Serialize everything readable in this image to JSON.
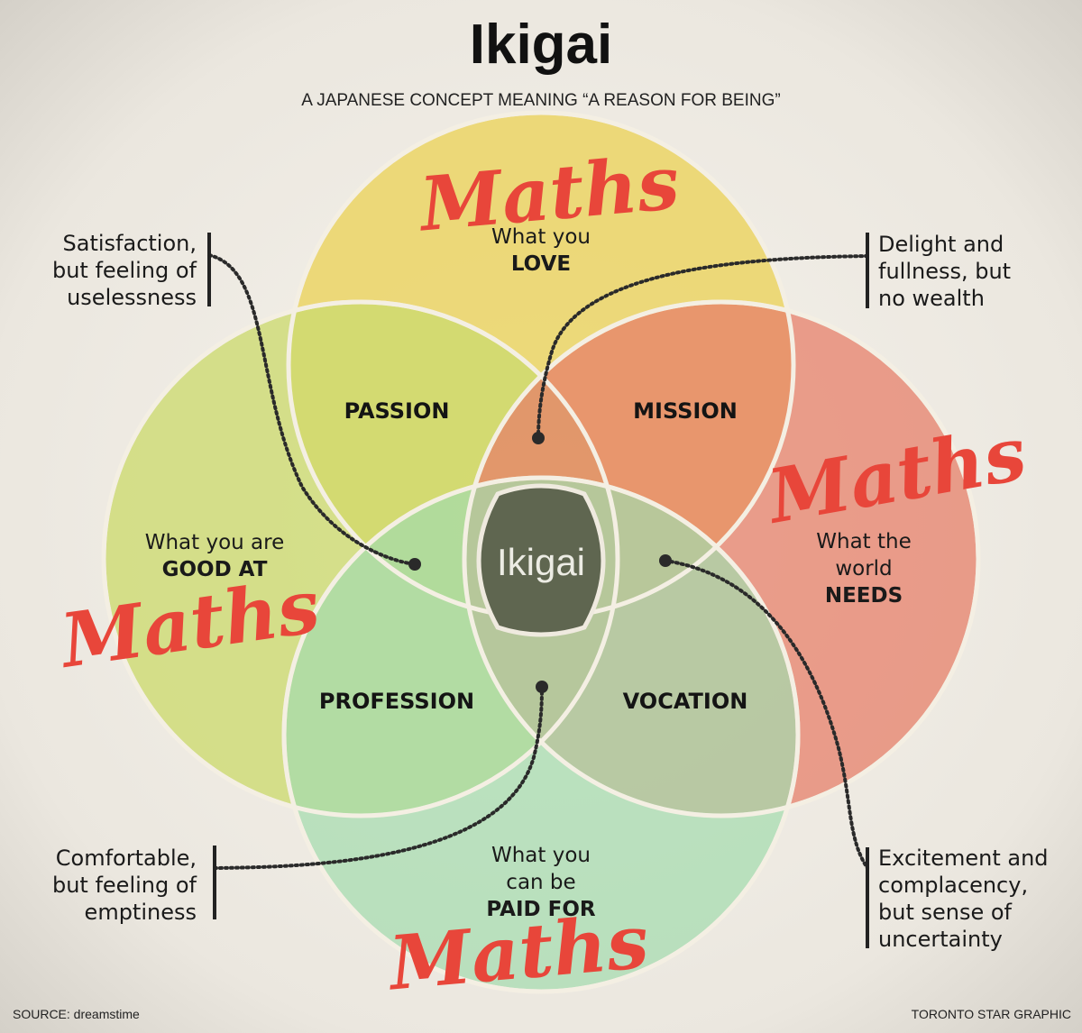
{
  "title": "Ikigai",
  "subtitle": "A JAPANESE CONCEPT MEANING “A REASON FOR BEING”",
  "center_label": "Ikigai",
  "handwritten_word": "Maths",
  "circles": {
    "love": {
      "line1": "What you",
      "line2": "LOVE",
      "color": "#ecd66a"
    },
    "good": {
      "line1": "What you are",
      "line2": "GOOD AT",
      "color": "#cddb70"
    },
    "needs": {
      "line1": "What the",
      "line2": "world",
      "line3": "NEEDS",
      "color": "#e7806a"
    },
    "paid": {
      "line1": "What you",
      "line2": "can be",
      "line3": "PAID FOR",
      "color": "#a4dcae"
    }
  },
  "overlaps": {
    "passion": "PASSION",
    "mission": "MISSION",
    "profession": "PROFESSION",
    "vocation": "VOCATION"
  },
  "callouts": {
    "top_left": [
      "Satisfaction,",
      "but feeling of",
      "uselessness"
    ],
    "top_right": [
      "Delight and",
      "fullness, but",
      "no wealth"
    ],
    "bottom_left": [
      "Comfortable,",
      "but feeling of",
      "emptiness"
    ],
    "bottom_right": [
      "Excitement and",
      "complacency,",
      "but sense of",
      "uncertainty"
    ]
  },
  "footer": {
    "source": "SOURCE: dreamstime",
    "credit": "TORONTO STAR GRAPHIC"
  }
}
